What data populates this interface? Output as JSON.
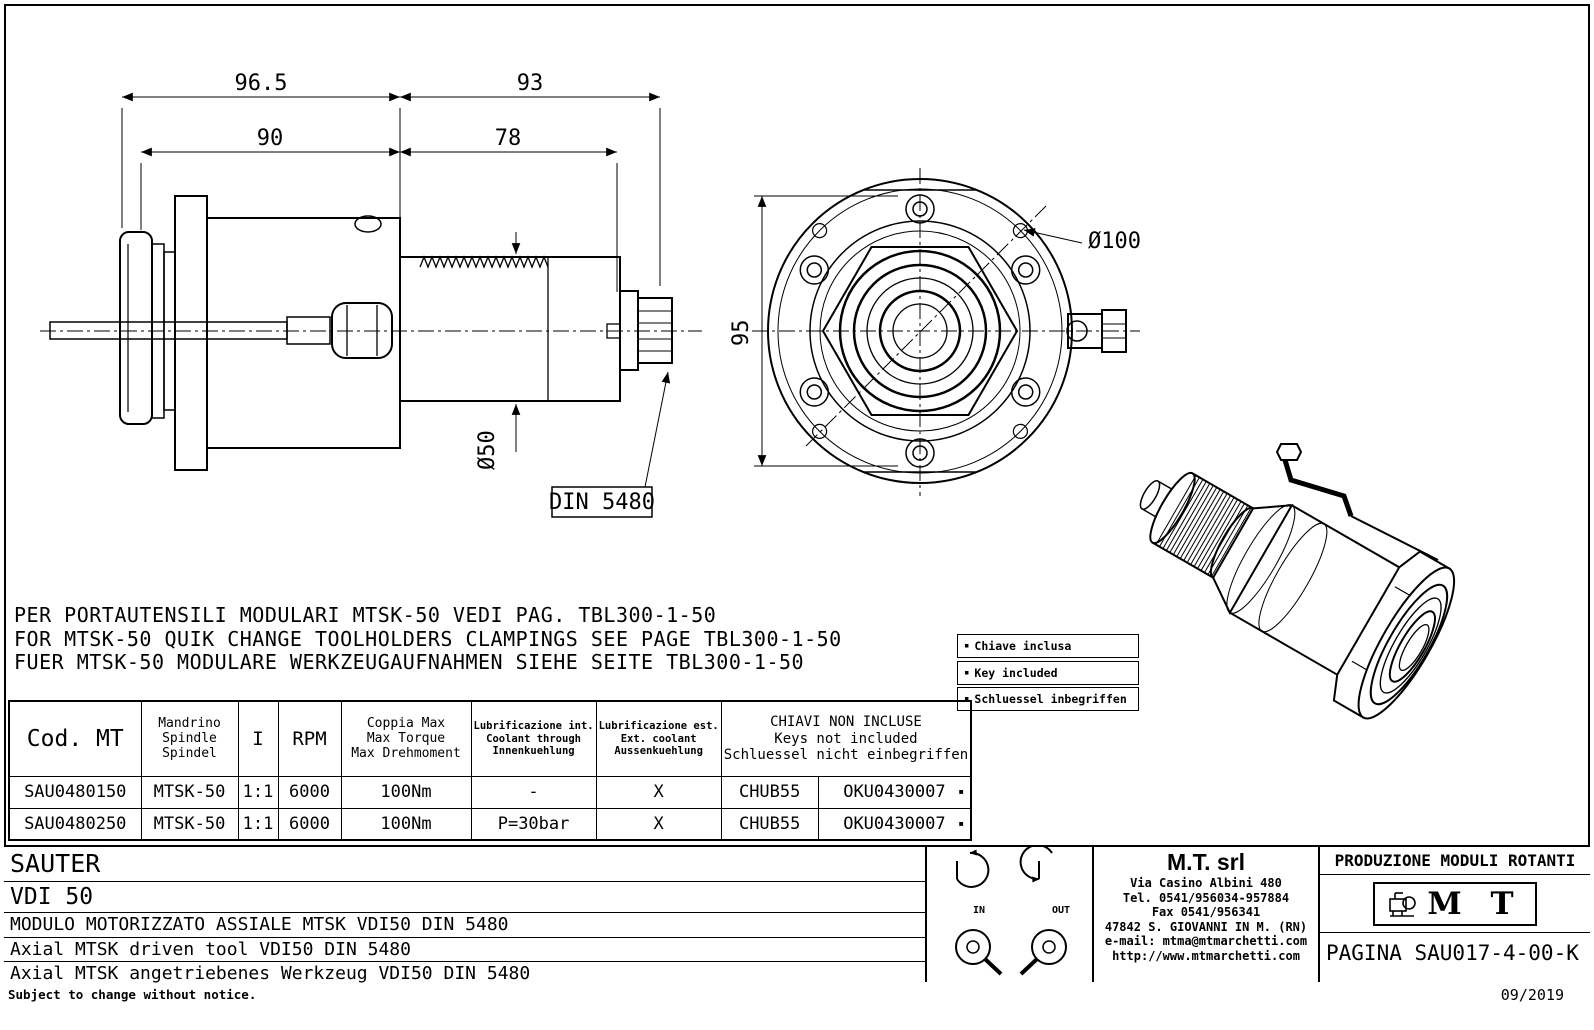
{
  "page": {
    "footer_left": "Subject to change without notice.",
    "footer_right": "09/2019"
  },
  "drawing": {
    "side_view": {
      "dim_96_5": "96.5",
      "dim_93": "93",
      "dim_90": "90",
      "dim_78": "78",
      "dim_d50": "Ø50",
      "din_label": "DIN 5480"
    },
    "front_view": {
      "dim_95": "95",
      "dim_d100": "Ø100"
    },
    "notes": [
      "PER PORTAUTENSILI MODULARI MTSK-50 VEDI PAG. TBL300-1-50",
      "FOR MTSK-50 QUIK CHANGE TOOLHOLDERS CLAMPINGS SEE PAGE TBL300-1-50",
      "FUER MTSK-50 MODULARE WERKZEUGAUFNAHMEN SIEHE SEITE TBL300-1-50"
    ],
    "legend_bullet": "▪",
    "legend": [
      "Chiave inclusa",
      "Key included",
      "Schluessel inbegriffen"
    ]
  },
  "table": {
    "bullet": "▪",
    "headers": {
      "cod": "Cod. MT",
      "spindle": [
        "Mandrino",
        "Spindle",
        "Spindel"
      ],
      "ratio": "I",
      "rpm": "RPM",
      "torque": [
        "Coppia Max",
        "Max Torque",
        "Max Drehmoment"
      ],
      "coolant_int": [
        "Lubrificazione int.",
        "Coolant through",
        "Innenkuehlung"
      ],
      "coolant_ext": [
        "Lubrificazione est.",
        "Ext. coolant",
        "Aussenkuehlung"
      ],
      "keys": [
        "CHIAVI NON INCLUSE",
        "Keys not included",
        "Schluessel nicht einbegriffen"
      ]
    },
    "rows": [
      {
        "cod": "SAU0480150",
        "spindle": "MTSK-50",
        "ratio": "1:1",
        "rpm": "6000",
        "torque": "100Nm",
        "coolant_int": "-",
        "coolant_ext": "X",
        "key1": "CHUB55",
        "key2": "OKU0430007"
      },
      {
        "cod": "SAU0480250",
        "spindle": "MTSK-50",
        "ratio": "1:1",
        "rpm": "6000",
        "torque": "100Nm",
        "coolant_int": "P=30bar",
        "coolant_ext": "X",
        "key1": "CHUB55",
        "key2": "OKU0430007"
      }
    ]
  },
  "titleblock": {
    "series": "SAUTER",
    "model": "VDI 50",
    "descriptions": [
      "MODULO MOTORIZZATO ASSIALE MTSK VDI50 DIN 5480",
      "Axial MTSK driven tool VDI50 DIN 5480",
      "Axial MTSK angetriebenes Werkzeug VDI50 DIN 5480"
    ],
    "rotation": {
      "in_label": "IN",
      "out_label": "OUT"
    },
    "company": {
      "name": "M.T. srl",
      "address": "Via Casino Albini 480",
      "tel": "Tel. 0541/956034-957884",
      "fax": "Fax 0541/956341",
      "city": "47842 S. GIOVANNI IN M. (RN)",
      "email": "e-mail: mtma@mtmarchetti.com",
      "web": "http://www.mtmarchetti.com"
    },
    "right": {
      "header": "PRODUZIONE MODULI ROTANTI",
      "logo": "M T",
      "page": "PAGINA SAU017-4-00-K"
    }
  }
}
